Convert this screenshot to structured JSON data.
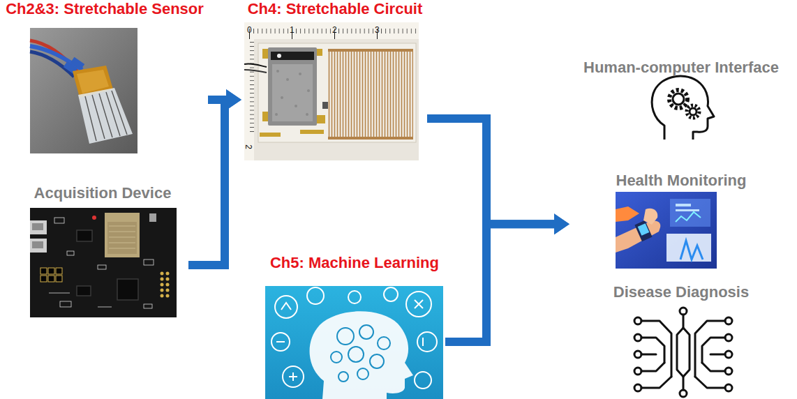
{
  "diagram": {
    "nodes": [
      {
        "text": [
          "Ch2&3: Stretchable Sensor"
        ]
      },
      {
        "text": [
          "Acquisition Device"
        ]
      },
      {
        "text": [
          "Ch4: Stretchable Circuit"
        ]
      },
      {
        "text": [
          "Ch5: Machine Learning"
        ]
      },
      {
        "text": [
          "Human-computer Interface"
        ]
      },
      {
        "text": [
          "Health Monitoring"
        ]
      },
      {
        "text": [
          "Disease Diagnosis"
        ]
      }
    ],
    "edges": [
      {
        "from": 0,
        "to": 2,
        "arrow": "to"
      },
      {
        "from": 1,
        "to": 2,
        "arrow": "to"
      },
      {
        "from": 2,
        "to": 5,
        "arrow": "to"
      },
      {
        "from": 3,
        "to": 5,
        "arrow": "to"
      }
    ],
    "labels": [
      "0",
      "1",
      "2",
      "3",
      "2"
    ]
  }
}
